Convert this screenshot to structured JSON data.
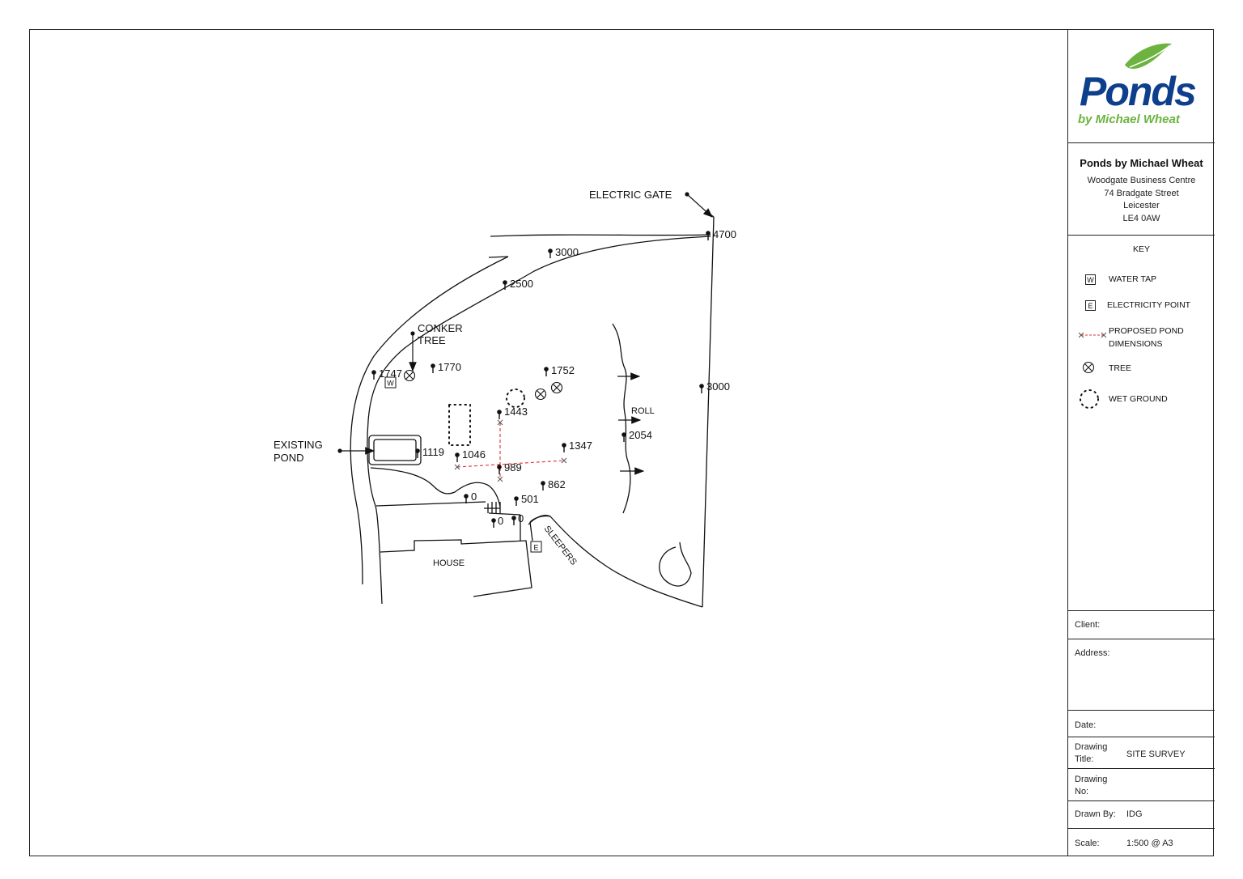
{
  "company": {
    "logo_word": "Ponds",
    "logo_tagline": "by Michael Wheat",
    "name": "Ponds by Michael Wheat",
    "address": [
      "Woodgate Business Centre",
      "74 Bradgate Street",
      "Leicester",
      "LE4 0AW"
    ]
  },
  "key": {
    "title": "KEY",
    "water_tap": {
      "symbol": "W",
      "label": "WATER TAP"
    },
    "electricity_point": {
      "symbol": "E",
      "label": "ELECTRICITY POINT"
    },
    "proposed_pond": {
      "label_line1": "PROPOSED POND",
      "label_line2": "DIMENSIONS"
    },
    "tree": {
      "label": "TREE"
    },
    "wet_ground": {
      "label": "WET GROUND"
    }
  },
  "fields": {
    "client_label": "Client:",
    "address_label": "Address:",
    "date_label": "Date:",
    "drawing_title_label_1": "Drawing",
    "drawing_title_label_2": "Title:",
    "drawing_title_value": "SITE SURVEY",
    "drawing_no_label_1": "Drawing",
    "drawing_no_label_2": "No:",
    "drawn_by_label": "Drawn By:",
    "drawn_by_value": "IDG",
    "scale_label": "Scale:",
    "scale_value": "1:500 @ A3"
  },
  "plan": {
    "labels": {
      "electric_gate": "ELECTRIC GATE",
      "conker_tree_1": "CONKER",
      "conker_tree_2": "TREE",
      "existing_pond_1": "EXISTING",
      "existing_pond_2": "POND",
      "house": "HOUSE",
      "sleepers": "SLEEPERS",
      "roll": "ROLL",
      "tap_symbol": "W",
      "elec_symbol": "E"
    },
    "levels": {
      "l4700": "4700",
      "l3000_top": "3000",
      "l2500": "2500",
      "l1747": "1747",
      "l1770": "1770",
      "l1752": "1752",
      "l3000_right": "3000",
      "l1443": "1443",
      "l2054": "2054",
      "l1347": "1347",
      "l1119": "1119",
      "l1046": "1046",
      "l989": "989",
      "l862": "862",
      "l0_a": "0",
      "l501": "501",
      "l0_b": "0",
      "l0_c": "0"
    }
  },
  "colors": {
    "logo_blue": "#0d3f8c",
    "logo_green": "#6cb33f",
    "proposed_red": "#e03030"
  }
}
